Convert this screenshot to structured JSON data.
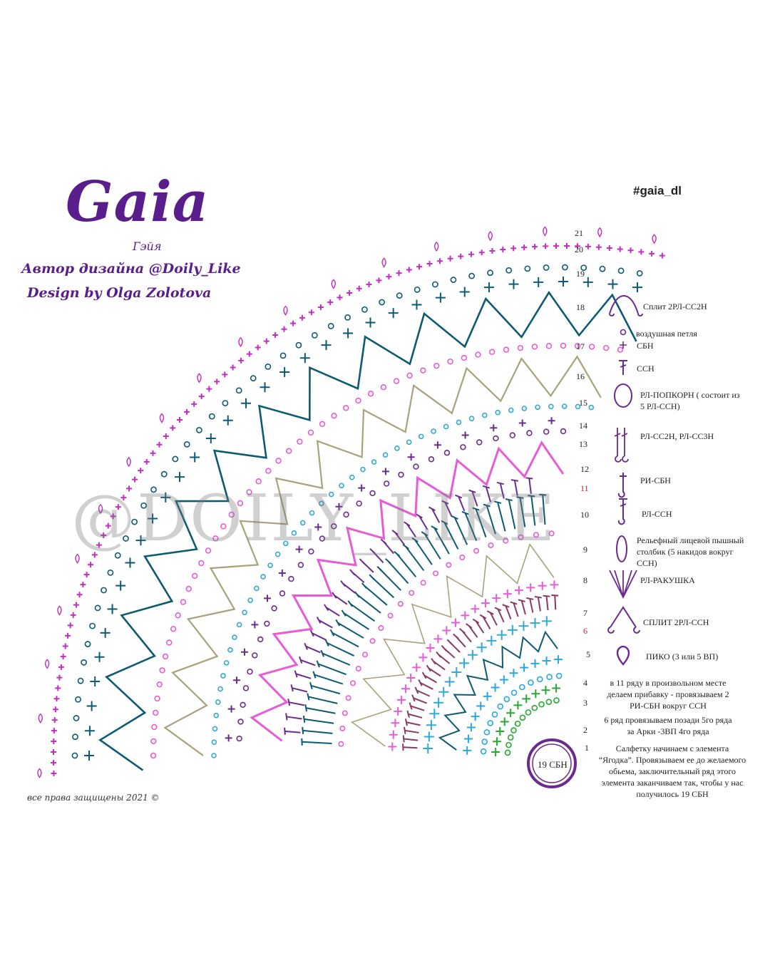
{
  "header": {
    "title": "Gaia",
    "subtitle": "Гэйя",
    "author_ru": "Автор дизайна @Doily_Like",
    "author_en": "Design by Olga Zolotova",
    "hashtag": "#gaia_dl"
  },
  "watermark": "@DOILY_LIKE",
  "footer": {
    "rights": "все права защищены 2021 ©"
  },
  "center_label": "19 СБН",
  "row_numbers": [
    "21",
    "20",
    "19",
    "18",
    "17",
    "16",
    "15",
    "14",
    "13",
    "12",
    "11",
    "10",
    "9",
    "8",
    "7",
    "6",
    "5",
    "4",
    "3",
    "2",
    "1"
  ],
  "legend": [
    {
      "icon": "split-2rl-ss2n-icon",
      "label": "Сплит 2РЛ-СС2Н"
    },
    {
      "icon": "chain-stitch-icon",
      "label": "воздушная петля"
    },
    {
      "icon": "sc-icon",
      "label": "СБН"
    },
    {
      "icon": "dc-icon",
      "label": "ССН"
    },
    {
      "icon": "popcorn-icon",
      "label": "РЛ-ПОПКОРН ( состоит из 5 РЛ-ССН)"
    },
    {
      "icon": "rl-dc2-dc3-icon",
      "label": "РЛ-СС2Н, РЛ-СС3Н"
    },
    {
      "icon": "ri-sc-icon",
      "label": "РИ-СБН"
    },
    {
      "icon": "rl-dc-icon",
      "label": "РЛ-ССН"
    },
    {
      "icon": "puff-icon",
      "label": "Рельефный лицевой пышный столбик (5 накидов вокруг ССН)"
    },
    {
      "icon": "shell-icon",
      "label": "РЛ-РАКУШКА"
    },
    {
      "icon": "split-2rl-ssn-icon",
      "label": "СПЛИТ 2РЛ-ССН"
    },
    {
      "icon": "picot-icon",
      "label": "ПИКО (3 или 5 ВП)"
    }
  ],
  "notes": {
    "row4": "в 11 ряду в произвольном месте делаем прибавку - провязываем 2 РИ-СБН вокруг ССН",
    "row2": "6 ряд провязываем позади 5го ряда за Арки -3ВП 4го ряда",
    "row1": "Салфетку начинаем с элемента “Ягодка”. Провязываем ее до желаемого обьема, заключительный ряд этого элемента заканчиваем так, чтобы у нас получилось 19 СБН"
  },
  "colors": {
    "brand": "#5a1e8c",
    "teal": "#0d5a73",
    "pink": "#e85bd6",
    "magenta": "#c22fc0",
    "cyan": "#31a9d6",
    "olive": "#a8a27a",
    "purple": "#6b2c8f",
    "green": "#27a832",
    "blue": "#2aa7e0",
    "mauve": "#8a3a62"
  }
}
